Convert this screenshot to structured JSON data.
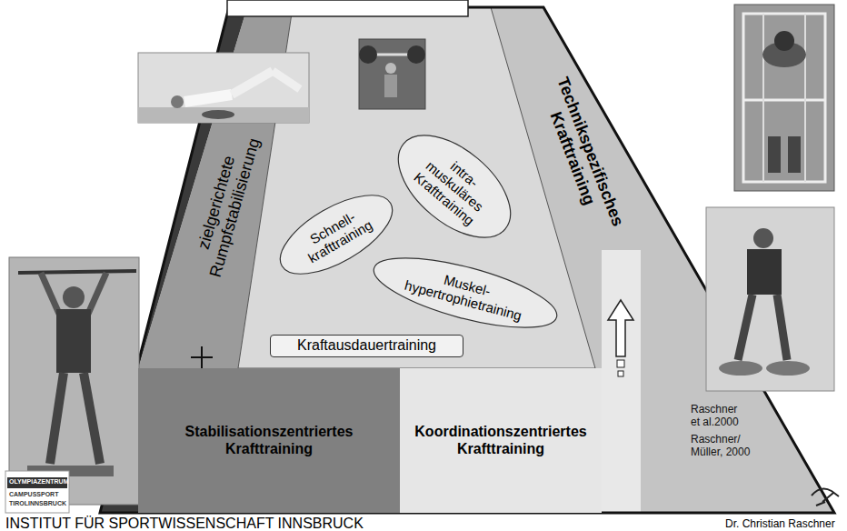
{
  "diagram": {
    "nodes": [
      {
        "text": [
          "zielgerichtete Rumpfstabilisierung"
        ]
      },
      {
        "text": [
          "intra- muskuläres Krafttraining"
        ]
      },
      {
        "text": [
          "Schnell- krafttraining"
        ]
      },
      {
        "text": [
          "Muskel- hypertrophietraining"
        ]
      },
      {
        "text": [
          "Kraftausdauertraining"
        ]
      },
      {
        "text": [
          "Technikspezifisches Krafttraining"
        ]
      },
      {
        "text": [
          "Stabilisationszentriertes Krafttraining"
        ]
      },
      {
        "text": [
          "Koordinationszentriertes Krafttraining"
        ]
      }
    ],
    "labels": [
      "Raschner et al.2000",
      "Raschner/ Müller, 2000",
      "OLYMPIAZENTRUM",
      "CAMPUSSPORT",
      "TIROLINNSBRUCK",
      "INSTITUT FÜR SPORTWISSENSCHAFT INNSBRUCK",
      "Dr. Christian Raschner"
    ]
  }
}
